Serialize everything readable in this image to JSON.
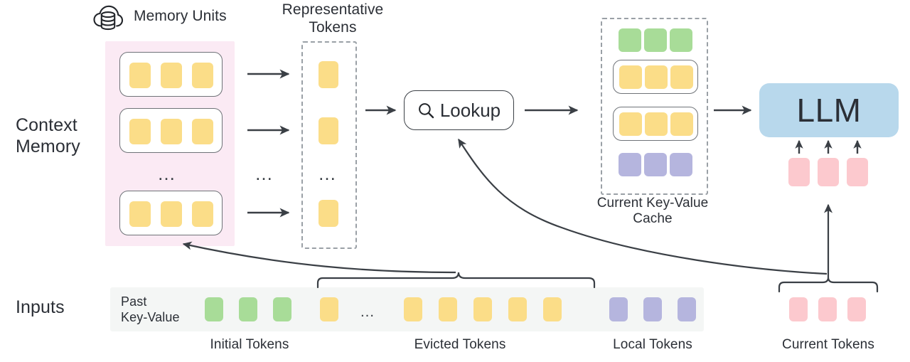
{
  "diagram": {
    "title_row_labels": {
      "context_memory": "Context\nMemory",
      "inputs": "Inputs"
    },
    "headings": {
      "memory_units": "Memory Units",
      "representative_tokens": "Representative\nTokens",
      "current_kv_cache": "Current Key-Value\nCache"
    },
    "icons": {
      "cloud_database": "cloud-database-icon",
      "search": "search-icon"
    },
    "lookup": {
      "label": "Lookup"
    },
    "llm": {
      "label": "LLM"
    },
    "input_strip": {
      "row_label": "Past\nKey-Value",
      "ellipsis": "…"
    },
    "bottom_labels": {
      "initial": "Initial Tokens",
      "evicted": "Evicted Tokens",
      "local": "Local Tokens",
      "current": "Current Tokens"
    },
    "ellipsis_marks": {
      "memory_units": "…",
      "between_arrows": "…",
      "representative": "…"
    },
    "colors": {
      "token_yellow": "#fbdd88",
      "token_green": "#a8dc98",
      "token_purple": "#b5b5de",
      "token_pink": "#fcc9ce",
      "llm_blue": "#b8d8ec",
      "context_memory_panel": "#fbeaf4",
      "input_strip": "#f4f6f5",
      "stroke": "#3a3f45",
      "dashed_stroke": "#9aa0a6"
    },
    "memory_units": [
      {
        "id": "unit-1",
        "tokens": [
          "yellow",
          "yellow",
          "yellow"
        ]
      },
      {
        "id": "unit-2",
        "tokens": [
          "yellow",
          "yellow",
          "yellow"
        ]
      },
      {
        "id": "unit-3",
        "tokens": [
          "yellow",
          "yellow",
          "yellow"
        ]
      }
    ],
    "representative_tokens": [
      {
        "id": "rep-1",
        "color": "yellow"
      },
      {
        "id": "rep-2",
        "color": "yellow"
      },
      {
        "id": "rep-3",
        "color": "yellow"
      }
    ],
    "kv_cache_rows": [
      {
        "id": "kv-row-initial",
        "color": "green",
        "count": 3,
        "boxed": false
      },
      {
        "id": "kv-row-retrieved-1",
        "color": "yellow",
        "count": 3,
        "boxed": true
      },
      {
        "id": "kv-row-retrieved-2",
        "color": "yellow",
        "count": 3,
        "boxed": true
      },
      {
        "id": "kv-row-local",
        "color": "purple",
        "count": 3,
        "boxed": false
      }
    ],
    "input_tokens": [
      {
        "color": "green",
        "group": "initial"
      },
      {
        "color": "green",
        "group": "initial"
      },
      {
        "color": "green",
        "group": "initial"
      },
      {
        "color": "yellow",
        "group": "evicted"
      },
      {
        "color": "ellipsis",
        "group": "evicted"
      },
      {
        "color": "yellow",
        "group": "evicted"
      },
      {
        "color": "yellow",
        "group": "evicted"
      },
      {
        "color": "yellow",
        "group": "evicted"
      },
      {
        "color": "yellow",
        "group": "evicted"
      },
      {
        "color": "yellow",
        "group": "evicted"
      },
      {
        "color": "purple",
        "group": "local"
      },
      {
        "color": "purple",
        "group": "local"
      },
      {
        "color": "purple",
        "group": "local"
      }
    ],
    "current_tokens": [
      {
        "color": "pink"
      },
      {
        "color": "pink"
      },
      {
        "color": "pink"
      }
    ],
    "llm_input_tokens": [
      {
        "color": "pink"
      },
      {
        "color": "pink"
      },
      {
        "color": "pink"
      }
    ]
  }
}
